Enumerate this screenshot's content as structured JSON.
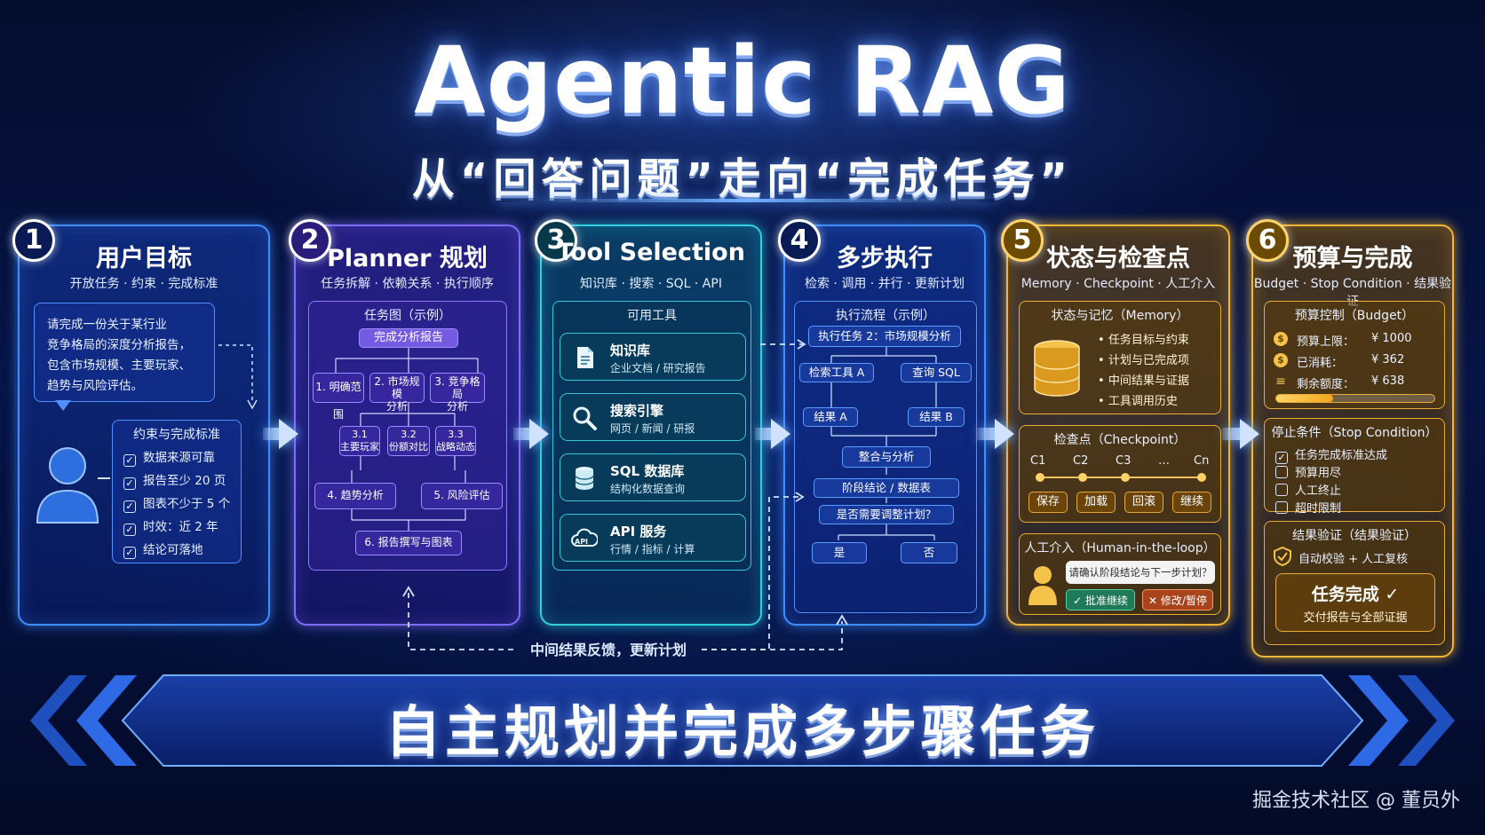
{
  "title": "Agentic RAG",
  "subtitle": "从“回答问题”走向“完成任务”",
  "panels": {
    "p1": {
      "num": "1",
      "title": "用户目标",
      "sub": "开放任务 · 约束 · 完成标准",
      "request": [
        "请完成一份关于某行业",
        "竞争格局的深度分析报告，",
        "包含市场规模、主要玩家、",
        "趋势与风险评估。"
      ],
      "constraints_head": "约束与完成标准",
      "constraints": [
        "数据来源可靠",
        "报告至少 20 页",
        "图表不少于 5 个",
        "时效：近 2 年",
        "结论可落地"
      ]
    },
    "p2": {
      "num": "2",
      "title": "Planner 规划",
      "sub": "任务拆解 · 依赖关系 · 执行顺序",
      "graph_head": "任务图（示例）",
      "root": "完成分析报告",
      "n1": "1. 明确范围",
      "n2a": "2. 市场规模",
      "n2b": "分析",
      "n3a": "3. 竞争格局",
      "n3b": "分析",
      "n31a": "3.1",
      "n31b": "主要玩家",
      "n32a": "3.2",
      "n32b": "份额对比",
      "n33a": "3.3",
      "n33b": "战略动态",
      "n4": "4. 趋势分析",
      "n5": "5. 风险评估",
      "n6": "6. 报告撰写与图表"
    },
    "p3": {
      "num": "3",
      "title": "Tool Selection",
      "sub": "知识库 · 搜索 · SQL · API",
      "tools_head": "可用工具",
      "tools": [
        {
          "name": "知识库",
          "desc": "企业文档 / 研究报告"
        },
        {
          "name": "搜索引擎",
          "desc": "网页 / 新闻 / 研报"
        },
        {
          "name": "SQL 数据库",
          "desc": "结构化数据查询"
        },
        {
          "name": "API 服务",
          "desc": "行情 / 指标 / 计算"
        }
      ],
      "api_icon_text": "API"
    },
    "p4": {
      "num": "4",
      "title": "多步执行",
      "sub": "检索 · 调用 · 并行 · 更新计划",
      "flow_head": "执行流程（示例）",
      "task": "执行任务 2：市场规模分析",
      "toolA": "检索工具 A",
      "sql": "查询 SQL",
      "resA": "结果 A",
      "resB": "结果 B",
      "merge": "整合与分析",
      "stage": "阶段结论 / 数据表",
      "adjust": "是否需要调整计划？",
      "yes": "是",
      "no": "否"
    },
    "p5": {
      "num": "5",
      "title": "状态与检查点",
      "sub": "Memory · Checkpoint · 人工介入",
      "mem_head": "状态与记忆（Memory）",
      "mem_items": [
        "任务目标与约束",
        "计划与已完成项",
        "中间结果与证据",
        "工具调用历史"
      ],
      "ckpt_head": "检查点（Checkpoint）",
      "ckpts": [
        "C1",
        "C2",
        "C3",
        "…",
        "Cn"
      ],
      "ckpt_btns": [
        "保存",
        "加载",
        "回滚",
        "继续"
      ],
      "human_head": "人工介入（Human-in-the-loop）",
      "human_msg": "请确认阶段结论与下一步计划？",
      "approve": "✓ 批准继续",
      "modify": "✕ 修改/暂停"
    },
    "p6": {
      "num": "6",
      "title": "预算与完成",
      "sub": "Budget · Stop Condition · 结果验证",
      "budget_head": "预算控制（Budget）",
      "budget_rows": [
        {
          "label": "预算上限：",
          "value": "¥ 1000"
        },
        {
          "label": "已消耗：",
          "value": "¥ 362"
        },
        {
          "label": "剩余额度：",
          "value": "¥ 638"
        }
      ],
      "budget_used_fraction": 0.362,
      "stop_head": "停止条件（Stop Condition）",
      "stops": [
        {
          "label": "任务完成标准达成",
          "checked": true
        },
        {
          "label": "预算用尽",
          "checked": false
        },
        {
          "label": "人工终止",
          "checked": false
        },
        {
          "label": "超时限制",
          "checked": false
        }
      ],
      "verify_head": "结果验证（结果验证）",
      "verify_text": "自动校验 + 人工复核",
      "done_title": "任务完成 ✓",
      "done_sub": "交付报告与全部证据"
    }
  },
  "feedback_label": "中间结果反馈，更新计划",
  "banner": "自主规划并完成多步骤任务",
  "footer": "掘金技术社区 @ 董员外",
  "colors": {
    "blue": "#3f8dff",
    "purple": "#7f6bff",
    "teal": "#2fd0e0",
    "gold": "#f2b632"
  }
}
